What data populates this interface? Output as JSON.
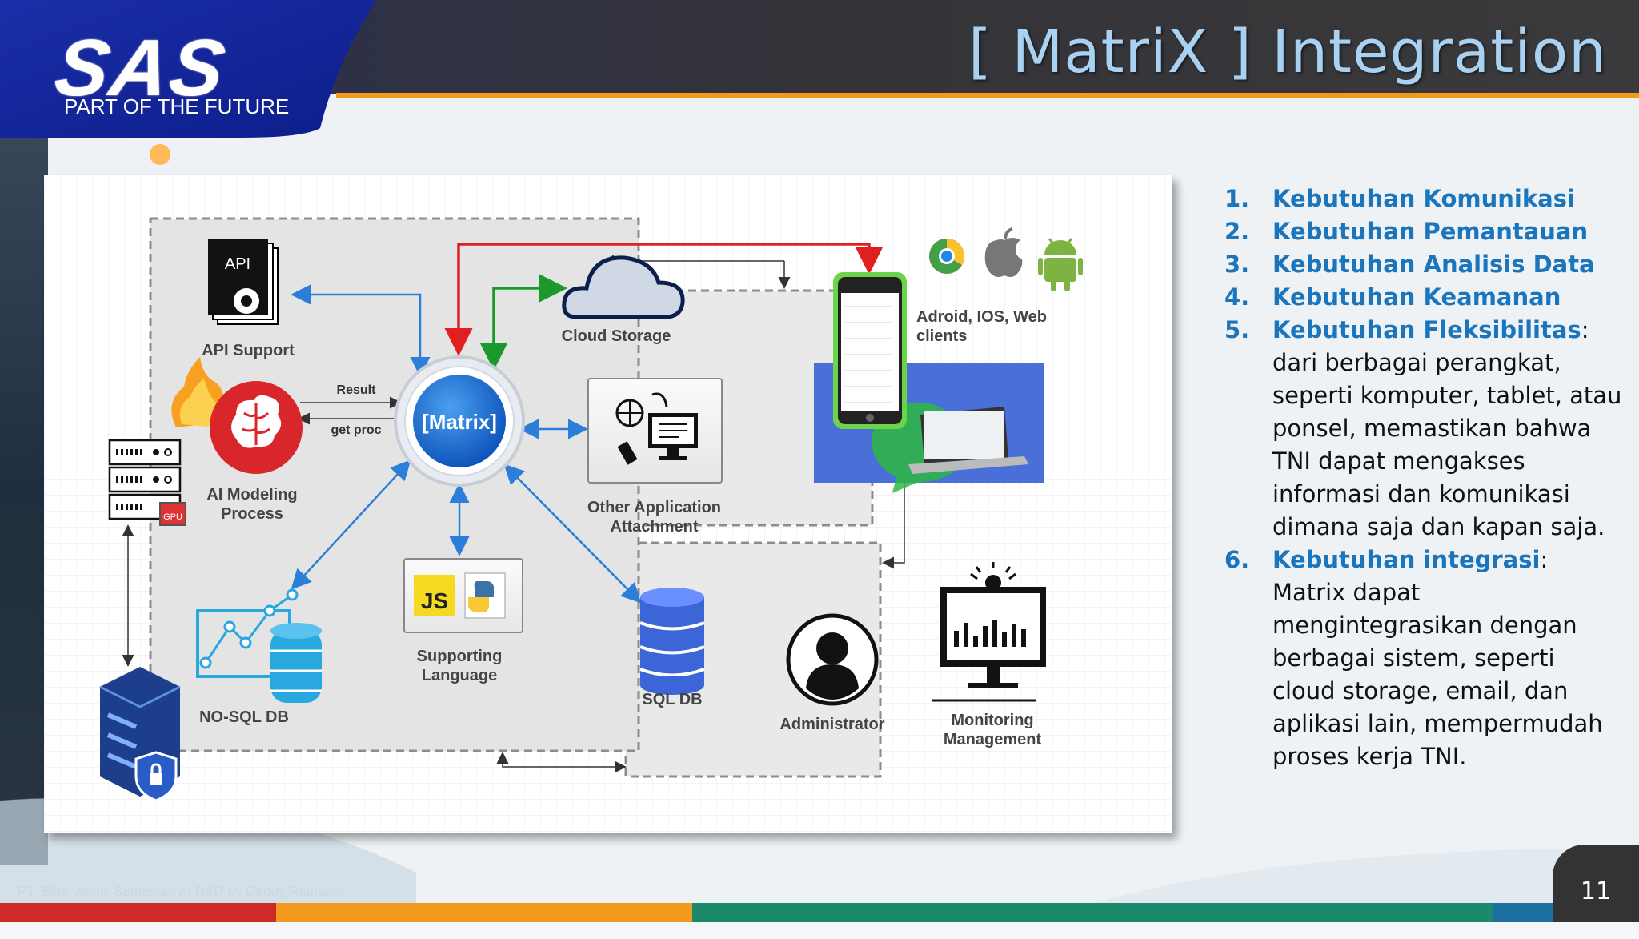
{
  "header": {
    "logo_text": "SAS",
    "tagline": "PART OF THE FUTURE",
    "title": "[ MatriX ] Integration"
  },
  "diagram": {
    "api_support": "API Support",
    "api_icon_text": "API",
    "cloud_storage": "Cloud Storage",
    "matrix": "[Matrix]",
    "result": "Result",
    "get_proc": "get proc",
    "ai_modeling": "AI Modeling",
    "ai_process": "Process",
    "gpu_text": "GPU",
    "other_app_1": "Other Application",
    "other_app_2": "Attachment",
    "supporting_1": "Supporting",
    "supporting_2": "Language",
    "js_text": "JS",
    "nosql": "NO-SQL DB",
    "sql": "SQL DB",
    "clients_1": "Adroid, IOS, Web",
    "clients_2": "clients",
    "administrator": "Administrator",
    "monitoring_1": "Monitoring",
    "monitoring_2": "Management"
  },
  "list": [
    {
      "num": "1.",
      "heading": "Kebutuhan Komunikasi",
      "text": ""
    },
    {
      "num": "2.",
      "heading": "Kebutuhan Pemantauan",
      "text": ""
    },
    {
      "num": "3.",
      "heading": "Kebutuhan Analisis Data",
      "text": ""
    },
    {
      "num": "4.",
      "heading": "Kebutuhan Keamanan",
      "text": ""
    },
    {
      "num": "5.",
      "heading": "Kebutuhan Fleksibilitas",
      "text": ": dari berbagai perangkat, seperti komputer, tablet, atau ponsel, memastikan bahwa TNI dapat mengakses informasi dan komunikasi dimana saja dan kapan saja."
    },
    {
      "num": "6.",
      "heading": "Kebutuhan integrasi",
      "text": ": Matrix dapat mengintegrasikan dengan berbagai sistem, seperti cloud storage, email, dan aplikasi lain, mempermudah proses kerja TNI."
    }
  ],
  "footer": {
    "credit": "PT. Siber Aegis Semesta - AI R&D by Deddy Ratnanto",
    "page": "11"
  },
  "colors": {
    "accent_blue": "#1b75bc",
    "header_dark": "#3a3a3e",
    "orange_bar": "#f39a1e",
    "red_arrow": "#e02020",
    "green_arrow": "#1a9a2a",
    "blue_arrow": "#2b7fd8"
  }
}
